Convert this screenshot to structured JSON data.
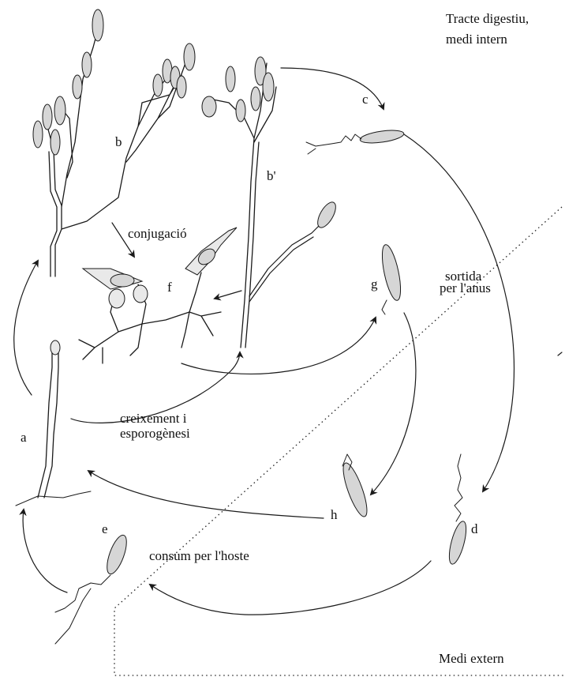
{
  "labels": {
    "internal_env": [
      "Tracte digestiu,",
      "medi intern"
    ],
    "external_env": "Medi extern",
    "exit": [
      "sortida",
      "per l'anus"
    ],
    "conjugation": "conjugació",
    "growth": [
      "creixement i",
      "esporogènesi"
    ],
    "consumption": "consum per l'hoste"
  },
  "stages": {
    "a": "a",
    "b": "b",
    "b_prime": "b'",
    "c": "c",
    "d": "d",
    "e": "e",
    "f": "f",
    "g": "g",
    "h": "h"
  }
}
